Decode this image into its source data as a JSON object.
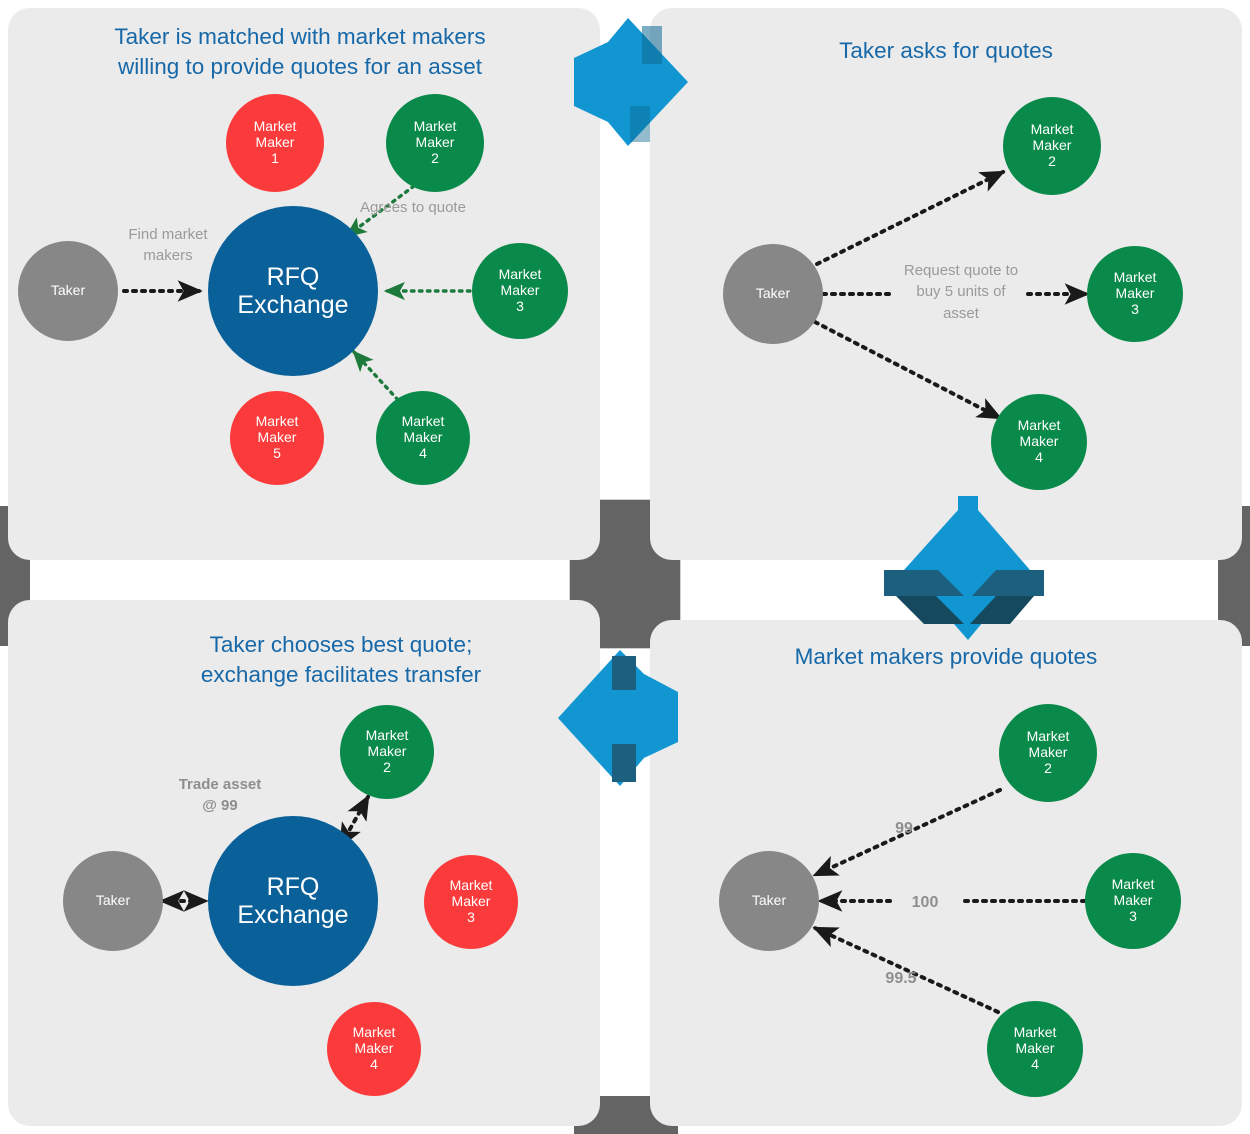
{
  "diagram": {
    "title_color": "#1668a8",
    "panel_bg": "#ebebeb",
    "colors": {
      "exchange": "#0a6099",
      "taker": "#878787",
      "market_maker_active": "#0a8a4a",
      "market_maker_inactive": "#fb3b3b",
      "label": "#9a9a9a",
      "arrow_dark": "#1a1a1a",
      "arrow_green": "#1d7a3c",
      "flow_arrow": "#1196d1",
      "flow_arrow_shadow": "#1d5f7e",
      "connector": "#646464"
    }
  },
  "panels": {
    "top_left": {
      "title": "Taker is matched with market makers\nwilling to provide quotes for an asset",
      "nodes": {
        "taker": "Taker",
        "exchange": "RFQ\nExchange",
        "mm1": "Market\nMaker\n1",
        "mm2": "Market\nMaker\n2",
        "mm3": "Market\nMaker\n3",
        "mm4": "Market\nMaker\n4",
        "mm5": "Market\nMaker\n5"
      },
      "labels": {
        "find": "Find market\nmakers",
        "agrees": "Agrees to quote"
      }
    },
    "top_right": {
      "title": "Taker asks for quotes",
      "nodes": {
        "taker": "Taker",
        "mm2": "Market\nMaker\n2",
        "mm3": "Market\nMaker\n3",
        "mm4": "Market\nMaker\n4"
      },
      "labels": {
        "request": "Request quote to\nbuy 5 units of\nasset"
      }
    },
    "bottom_right": {
      "title": "Market makers provide quotes",
      "nodes": {
        "taker": "Taker",
        "mm2": "Market\nMaker\n2",
        "mm3": "Market\nMaker\n3",
        "mm4": "Market\nMaker\n4"
      },
      "labels": {
        "quote_mm2": "99",
        "quote_mm3": "100",
        "quote_mm4": "99.5"
      }
    },
    "bottom_left": {
      "title": "Taker chooses best quote;\nexchange facilitates transfer",
      "nodes": {
        "taker": "Taker",
        "exchange": "RFQ\nExchange",
        "mm2": "Market\nMaker\n2",
        "mm3": "Market\nMaker\n3",
        "mm4": "Market\nMaker\n4"
      },
      "labels": {
        "trade": "Trade asset\n@ 99"
      }
    }
  },
  "flow_arrows": [
    {
      "name": "flow-arrow-right-top",
      "direction": "right"
    },
    {
      "name": "flow-arrow-down-right",
      "direction": "down"
    },
    {
      "name": "flow-arrow-left-bottom",
      "direction": "left"
    }
  ]
}
